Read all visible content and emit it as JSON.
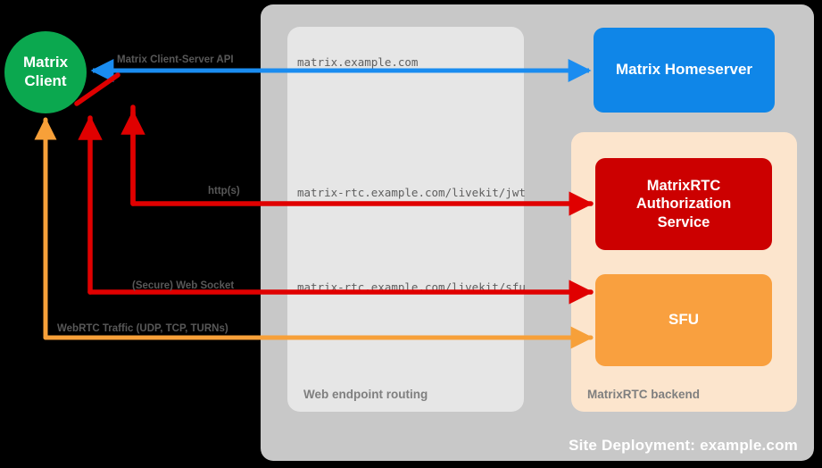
{
  "deployment": {
    "title": "Site Deployment: example.com",
    "background_color": "#c8c8c8"
  },
  "panels": [
    {
      "key": "routing",
      "label": "Web endpoint routing",
      "color": "#e6e6e6"
    },
    {
      "key": "backend",
      "label": "MatrixRTC backend",
      "color": "#fce5cd"
    }
  ],
  "nodes": {
    "client": {
      "line1": "Matrix",
      "line2": "Client",
      "color": "#0ba84f",
      "shape": "circle"
    },
    "homeserver": {
      "label": "Matrix Homeserver",
      "color": "#0f86e8",
      "shape": "rounded-rect"
    },
    "auth": {
      "line1": "MatrixRTC",
      "line2": "Authorization",
      "line3": "Service",
      "color": "#cc0000",
      "shape": "rounded-rect"
    },
    "sfu": {
      "label": "SFU",
      "color": "#f9a03f",
      "shape": "rounded-rect"
    }
  },
  "endpoints": {
    "matrix": "matrix.example.com",
    "jwt": "matrix-rtc.example.com/livekit/jwt",
    "sfu": "matrix-rtc.example.com/livekit/sfu"
  },
  "flows": [
    {
      "key": "csapi",
      "label": "Matrix Client-Server API",
      "color": "#1a8cf0",
      "direction": "bidirectional",
      "from": "Matrix Client",
      "to": "Matrix Homeserver",
      "endpoint": "matrix.example.com"
    },
    {
      "key": "https",
      "label": "http(s)",
      "color": "#e00000",
      "direction": "bidirectional",
      "from": "Matrix Client",
      "to": "MatrixRTC Authorization Service",
      "endpoint": "matrix-rtc.example.com/livekit/jwt"
    },
    {
      "key": "websocket",
      "label": "(Secure) Web Socket",
      "color": "#e00000",
      "direction": "bidirectional",
      "from": "Matrix Client",
      "to": "SFU",
      "endpoint": "matrix-rtc.example.com/livekit/sfu"
    },
    {
      "key": "webrtc",
      "label": "WebRTC Traffic (UDP, TCP, TURNs)",
      "color": "#f7a039",
      "direction": "bidirectional",
      "from": "Matrix Client",
      "to": "SFU",
      "endpoint": ""
    }
  ]
}
